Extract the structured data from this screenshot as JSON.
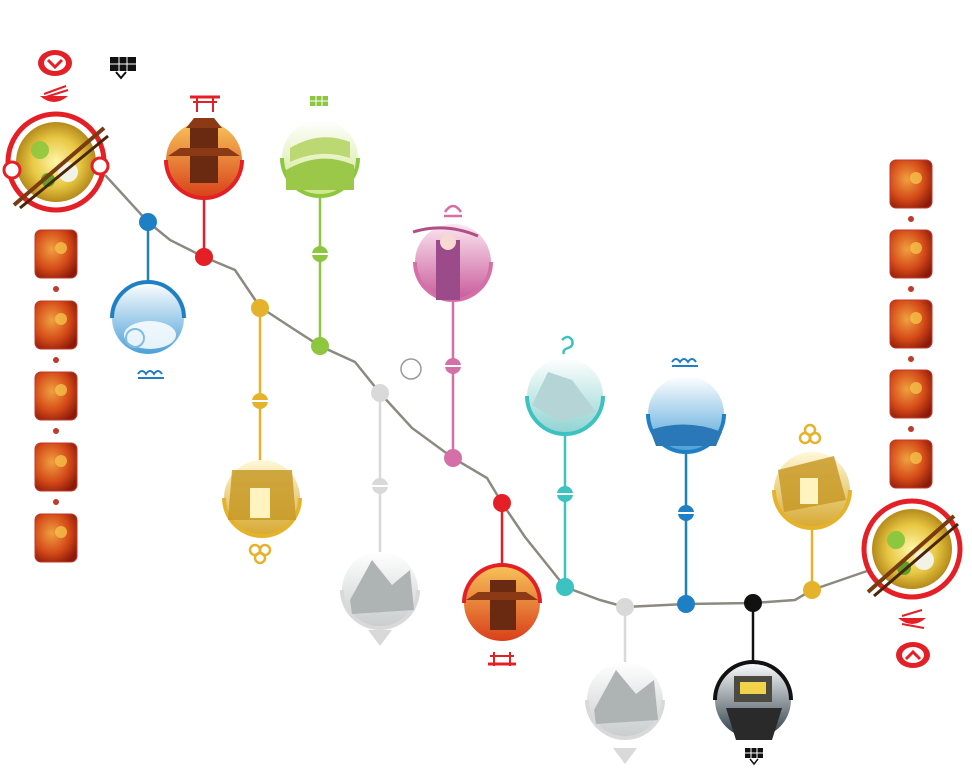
{
  "game": {
    "type": "journey-board-map",
    "path_color": "#8c8a80",
    "inn_color": "#e41f26",
    "card_color": "#c0392b",
    "inn_left_cards": 5,
    "inn_right_cards": 5,
    "start_icon": "chevron-down-icon",
    "end_icon": "chevron-up-icon",
    "top_icon": "panorama-icon",
    "stations": [
      {
        "id": "lake-1",
        "theme": "sea-icon",
        "color": "#1f7fc4",
        "side": "below"
      },
      {
        "id": "temple-1",
        "theme": "temple-icon",
        "color": "#e41f26",
        "side": "above"
      },
      {
        "id": "farm-1",
        "theme": "farm-icon",
        "color": "#e5b22b",
        "side": "below"
      },
      {
        "id": "rice-1",
        "theme": "rice-field-icon",
        "color": "#8dc63f",
        "side": "above"
      },
      {
        "id": "mountain-1",
        "theme": "mountain-icon",
        "color": "#d9d9d9",
        "side": "below"
      },
      {
        "id": "hot-spring",
        "theme": "hot-spring-icon",
        "color": "#d46fa8",
        "side": "above"
      },
      {
        "id": "temple-2",
        "theme": "temple-icon",
        "color": "#e41f26",
        "side": "below"
      },
      {
        "id": "rocks",
        "theme": "rocks-icon",
        "color": "#3cc2c0",
        "side": "above"
      },
      {
        "id": "mountain-2",
        "theme": "mountain-icon",
        "color": "#d9d9d9",
        "side": "below"
      },
      {
        "id": "lake-2",
        "theme": "sea-icon",
        "color": "#1f7fc4",
        "side": "above"
      },
      {
        "id": "house",
        "theme": "panorama-icon",
        "color": "#111111",
        "side": "below"
      },
      {
        "id": "farm-2",
        "theme": "farm-icon",
        "color": "#e5b22b",
        "side": "above"
      }
    ]
  }
}
